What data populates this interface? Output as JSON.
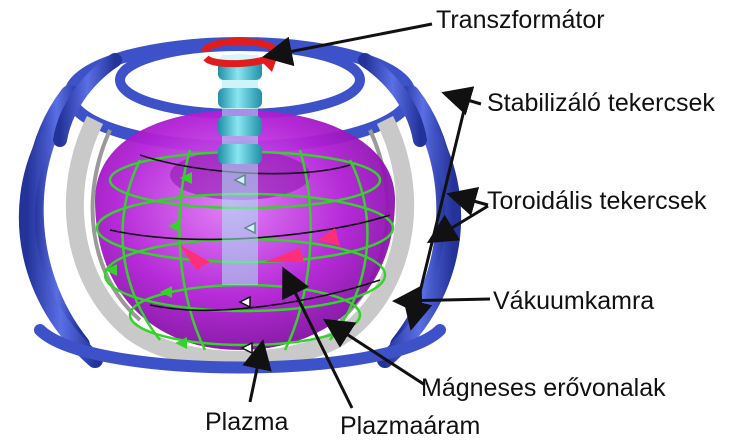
{
  "labels": {
    "transformer": "Transzformátor",
    "stabilizing_coils": "Stabilizáló tekercsek",
    "toroidal_coils": "Toroidális tekercsek",
    "vacuum_chamber": "Vákuumkamra",
    "magnetic_field_lines": "Mágneses erővonalak",
    "plasma": "Plazma",
    "plasma_current": "Plazmaáram"
  },
  "colors": {
    "coil_blue": "#3d52c9",
    "coil_dark": "#24339a",
    "chamber_grey": "#c9c9c9",
    "plasma_magenta": "#b21fd6",
    "plasma_light": "#d457ee",
    "field_line_green": "#35d22c",
    "transformer_cyan": "#3fc3d8",
    "arrow_red": "#e01c1c",
    "current_pink": "#ff2e78"
  }
}
